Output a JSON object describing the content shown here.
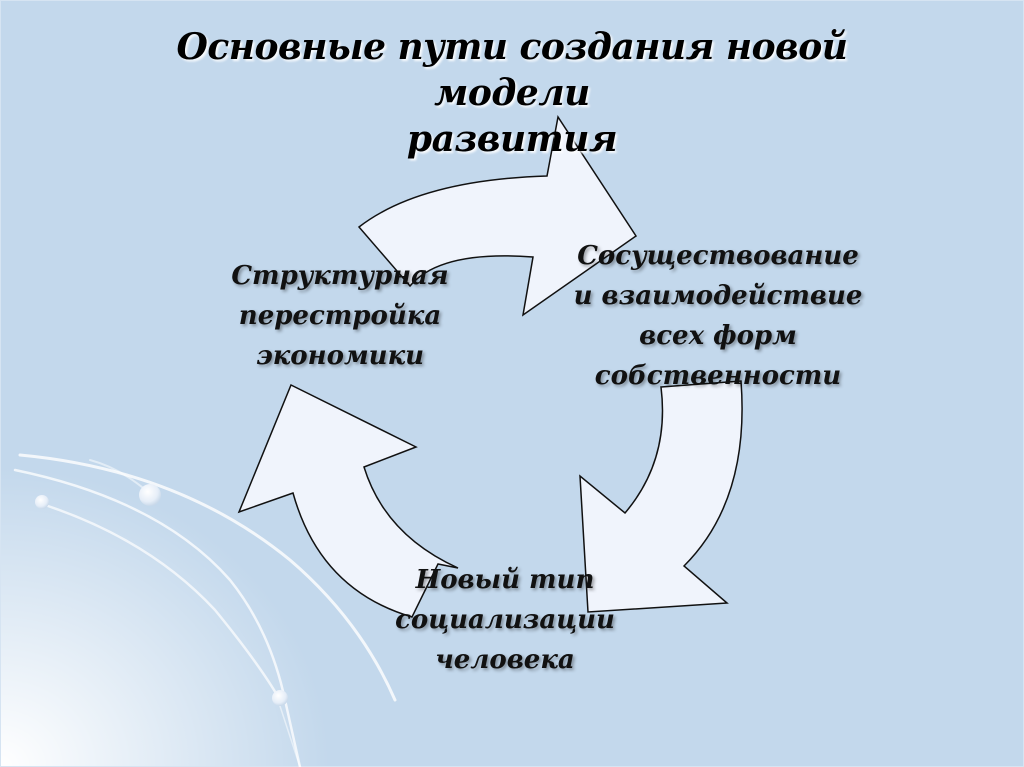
{
  "slide": {
    "title": "Основные пути создания новой модели развития",
    "title_line1": "Основные пути создания новой модели",
    "title_line2": "развития"
  },
  "cycle": {
    "direction": "clockwise",
    "nodes": [
      {
        "id": "structural",
        "lines": [
          "Структурная",
          "перестройка",
          "экономики"
        ]
      },
      {
        "id": "coexistence",
        "lines": [
          "Сосуществование",
          "и взаимодействие",
          "всех форм",
          "собственности"
        ]
      },
      {
        "id": "socialization",
        "lines": [
          "Новый тип",
          "социализации",
          "человека"
        ]
      }
    ],
    "arrows": [
      {
        "from": "structural",
        "to": "coexistence",
        "position": "top"
      },
      {
        "from": "coexistence",
        "to": "socialization",
        "position": "right"
      },
      {
        "from": "socialization",
        "to": "structural",
        "position": "left"
      }
    ]
  },
  "colors": {
    "background": "#c3d8ec",
    "arrow_fill": "#f0f4fc",
    "arrow_stroke": "#111111",
    "text": "#000000"
  }
}
